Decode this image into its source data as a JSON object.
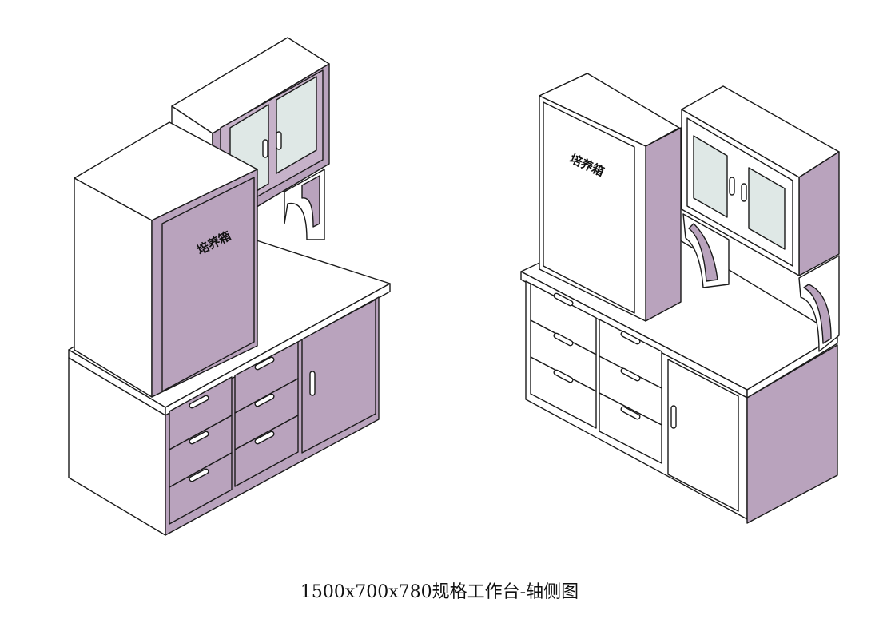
{
  "caption": "1500x700x780规格工作台-轴侧图",
  "views": {
    "left": {
      "incubator_label": "培养箱"
    },
    "right": {
      "incubator_label": "培养箱"
    }
  },
  "colors": {
    "background": "#ffffff",
    "panel_white": "#ffffff",
    "panel_purple": "#b9a3bd",
    "glass": "#dfe8e6",
    "outline": "#1a1a1a"
  }
}
